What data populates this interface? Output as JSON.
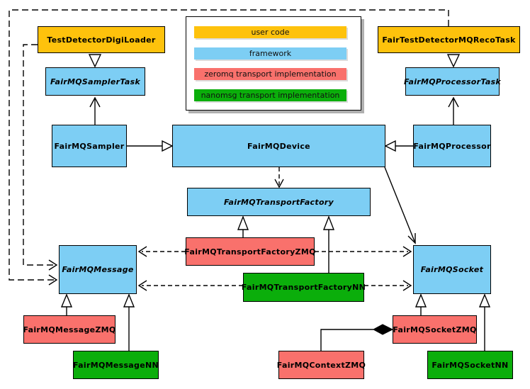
{
  "colors": {
    "user_code": "#FEC20C",
    "framework": "#7DCEF4",
    "zeromq": "#F9716C",
    "nanomsg": "#0BAE0B",
    "line": "#000000",
    "legend_shadow": "#B0B0B0"
  },
  "legend": {
    "items": [
      {
        "label": "user code",
        "color": "#FEC20C"
      },
      {
        "label": "framework",
        "color": "#7DCEF4"
      },
      {
        "label": "zeromq transport implementation",
        "color": "#F9716C"
      },
      {
        "label": "nanomsg transport implementation",
        "color": "#0BAE0B"
      }
    ]
  },
  "nodes": {
    "test_detector_digi_loader": {
      "label": "TestDetectorDigiLoader",
      "category": "user code",
      "abstract": false
    },
    "fair_test_detector_mq_reco_task": {
      "label": "FairTestDetectorMQRecoTask",
      "category": "user code",
      "abstract": false
    },
    "sampler_task": {
      "label": "FairMQSamplerTask",
      "category": "framework",
      "abstract": true
    },
    "processor_task": {
      "label": "FairMQProcessorTask",
      "category": "framework",
      "abstract": true
    },
    "sampler": {
      "label": "FairMQSampler",
      "category": "framework",
      "abstract": false
    },
    "device": {
      "label": "FairMQDevice",
      "category": "framework",
      "abstract": false
    },
    "processor": {
      "label": "FairMQProcessor",
      "category": "framework",
      "abstract": false
    },
    "transport_factory": {
      "label": "FairMQTransportFactory",
      "category": "framework",
      "abstract": true
    },
    "message": {
      "label": "FairMQMessage",
      "category": "framework",
      "abstract": true
    },
    "socket": {
      "label": "FairMQSocket",
      "category": "framework",
      "abstract": true
    },
    "transport_factory_zmq": {
      "label": "FairMQTransportFactoryZMQ",
      "category": "zeromq",
      "abstract": false
    },
    "transport_factory_nn": {
      "label": "FairMQTransportFactoryNN",
      "category": "nanomsg",
      "abstract": false
    },
    "message_zmq": {
      "label": "FairMQMessageZMQ",
      "category": "zeromq",
      "abstract": false
    },
    "message_nn": {
      "label": "FairMQMessageNN",
      "category": "nanomsg",
      "abstract": false
    },
    "context_zmq": {
      "label": "FairMQContextZMQ",
      "category": "zeromq",
      "abstract": false
    },
    "socket_zmq": {
      "label": "FairMQSocketZMQ",
      "category": "zeromq",
      "abstract": false
    },
    "socket_nn": {
      "label": "FairMQSocketNN",
      "category": "nanomsg",
      "abstract": false
    }
  },
  "edges": [
    {
      "from": "TestDetectorDigiLoader",
      "to": "FairMQSamplerTask",
      "type": "generalization",
      "line": "solid"
    },
    {
      "from": "FairTestDetectorMQRecoTask",
      "to": "FairMQProcessorTask",
      "type": "generalization",
      "line": "solid"
    },
    {
      "from": "FairMQSampler",
      "to": "FairMQSamplerTask",
      "type": "arrow",
      "line": "solid"
    },
    {
      "from": "FairMQProcessor",
      "to": "FairMQProcessorTask",
      "type": "arrow",
      "line": "solid"
    },
    {
      "from": "FairMQSampler",
      "to": "FairMQDevice",
      "type": "generalization",
      "line": "solid"
    },
    {
      "from": "FairMQProcessor",
      "to": "FairMQDevice",
      "type": "generalization",
      "line": "solid"
    },
    {
      "from": "FairMQDevice",
      "to": "FairMQTransportFactory",
      "type": "dependency",
      "line": "dashed"
    },
    {
      "from": "FairMQDevice",
      "to": "FairMQSocket",
      "type": "arrow",
      "line": "solid"
    },
    {
      "from": "TestDetectorDigiLoader",
      "to": "FairMQMessage",
      "type": "dependency",
      "line": "dashed"
    },
    {
      "from": "FairTestDetectorMQRecoTask",
      "to": "FairMQMessage",
      "type": "dependency",
      "line": "dashed"
    },
    {
      "from": "FairMQTransportFactoryZMQ",
      "to": "FairMQTransportFactory",
      "type": "generalization",
      "line": "solid"
    },
    {
      "from": "FairMQTransportFactoryNN",
      "to": "FairMQTransportFactory",
      "type": "generalization",
      "line": "solid"
    },
    {
      "from": "FairMQTransportFactoryZMQ",
      "to": "FairMQMessage",
      "type": "dependency",
      "line": "dashed"
    },
    {
      "from": "FairMQTransportFactoryZMQ",
      "to": "FairMQSocket",
      "type": "dependency",
      "line": "dashed"
    },
    {
      "from": "FairMQTransportFactoryNN",
      "to": "FairMQMessage",
      "type": "dependency",
      "line": "dashed"
    },
    {
      "from": "FairMQTransportFactoryNN",
      "to": "FairMQSocket",
      "type": "dependency",
      "line": "dashed"
    },
    {
      "from": "FairMQMessageZMQ",
      "to": "FairMQMessage",
      "type": "generalization",
      "line": "solid"
    },
    {
      "from": "FairMQMessageNN",
      "to": "FairMQMessage",
      "type": "generalization",
      "line": "solid"
    },
    {
      "from": "FairMQSocketZMQ",
      "to": "FairMQSocket",
      "type": "generalization",
      "line": "solid"
    },
    {
      "from": "FairMQSocketNN",
      "to": "FairMQSocket",
      "type": "generalization",
      "line": "solid"
    },
    {
      "from": "FairMQContextZMQ",
      "to": "FairMQSocketZMQ",
      "type": "composition",
      "diamond_at": "FairMQSocketZMQ",
      "line": "solid"
    }
  ]
}
